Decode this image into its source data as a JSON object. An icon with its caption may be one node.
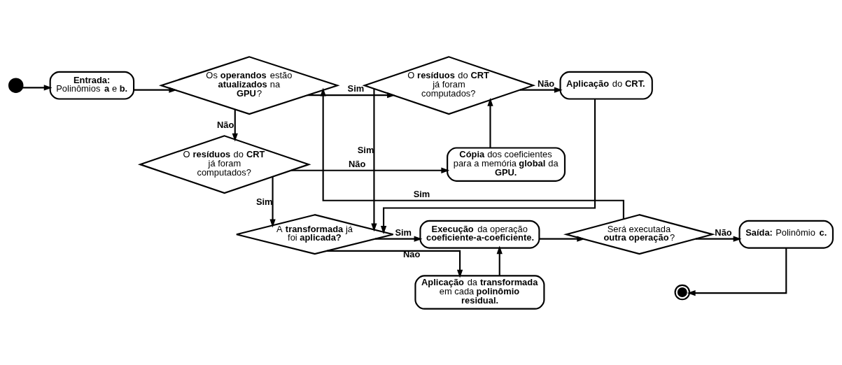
{
  "diagram": {
    "nodes": [
      {
        "text": [],
        "shape": "circle"
      },
      {
        "text": [
          "**Entrada:**",
          "Polinômios **a** e **b.**"
        ]
      },
      {
        "text": [
          "Os **operandos** estão **atualizados** na **GPU**?"
        ]
      },
      {
        "text": [
          "O **resíduos** do **CRT** já foram computados?"
        ]
      },
      {
        "text": [
          "**Cópia** dos coeficientes para a memória **global** da **GPU.**"
        ]
      },
      {
        "text": [
          "O **resíduos** do **CRT** já foram computados?"
        ]
      },
      {
        "text": [
          "**Aplicação** do **CRT.**"
        ]
      },
      {
        "text": [
          "A **transformada** já foi **aplicada?**"
        ]
      },
      {
        "text": [
          "**Execução** da operação **coeficiente-a-coeficiente.**"
        ]
      },
      {
        "text": [
          "**Aplicação** da **transformada** em cada **polinômio residual.**"
        ]
      },
      {
        "text": [
          "Será executada **outra operação**?"
        ]
      },
      {
        "text": [
          "**Saída:** Polinômio **c.**"
        ]
      },
      {
        "text": [],
        "shape": "circle"
      }
    ],
    "edges": [
      {
        "from": 0,
        "to": 1,
        "arrow": "to"
      },
      {
        "from": 1,
        "to": 2,
        "arrow": "to"
      },
      {
        "from": 2,
        "to": 5,
        "arrow": "to",
        "label": "Sim"
      },
      {
        "from": 2,
        "to": 3,
        "arrow": "to",
        "label": "Não"
      },
      {
        "from": 3,
        "to": 4,
        "arrow": "to",
        "label": "Não"
      },
      {
        "from": 4,
        "to": 5,
        "arrow": "to"
      },
      {
        "from": 5,
        "to": 6,
        "arrow": "to",
        "label": "Não"
      },
      {
        "from": 3,
        "to": 7,
        "arrow": "to",
        "label": "Sim"
      },
      {
        "from": 5,
        "to": 7,
        "arrow": "to",
        "label": "Sim"
      },
      {
        "from": 6,
        "to": 7,
        "arrow": "to"
      },
      {
        "from": 7,
        "to": 8,
        "arrow": "to",
        "label": "Sim"
      },
      {
        "from": 7,
        "to": 9,
        "arrow": "to",
        "label": "Não"
      },
      {
        "from": 9,
        "to": 8,
        "arrow": "to"
      },
      {
        "from": 8,
        "to": 10,
        "arrow": "to"
      },
      {
        "from": 10,
        "to": 11,
        "arrow": "to",
        "label": "Não"
      },
      {
        "from": 10,
        "to": 2,
        "arrow": "to",
        "label": "Sim"
      },
      {
        "from": 11,
        "to": 12,
        "arrow": "to"
      }
    ]
  }
}
